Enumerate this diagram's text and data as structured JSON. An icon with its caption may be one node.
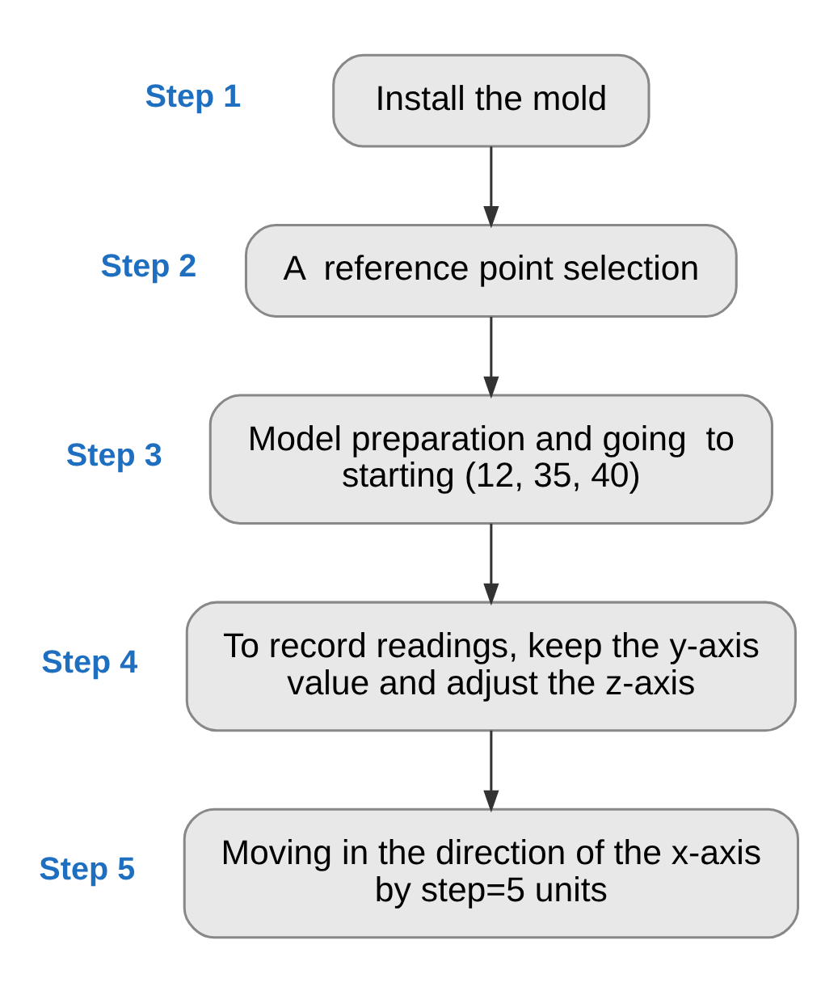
{
  "diagram": {
    "nodes": [
      {
        "text": [
          "Install the mold"
        ],
        "beside": [
          "Step 1"
        ]
      },
      {
        "text": [
          "A  reference point selection"
        ],
        "beside": [
          "Step 2"
        ]
      },
      {
        "text": [
          "Model preparation and going  to starting (12, 35, 40)"
        ],
        "beside": [
          "Step 3"
        ]
      },
      {
        "text": [
          "To record readings, keep the y-axis value and adjust the z-axis"
        ],
        "beside": [
          "Step 4"
        ]
      },
      {
        "text": [
          "Moving in the direction of the x-axis by step=5 units"
        ],
        "beside": [
          "Step 5"
        ]
      }
    ],
    "edges": [
      {
        "from": 0,
        "to": 1,
        "arrow": "to"
      },
      {
        "from": 1,
        "to": 2,
        "arrow": "to"
      },
      {
        "from": 2,
        "to": 3,
        "arrow": "to"
      },
      {
        "from": 3,
        "to": 4,
        "arrow": "to"
      }
    ]
  }
}
